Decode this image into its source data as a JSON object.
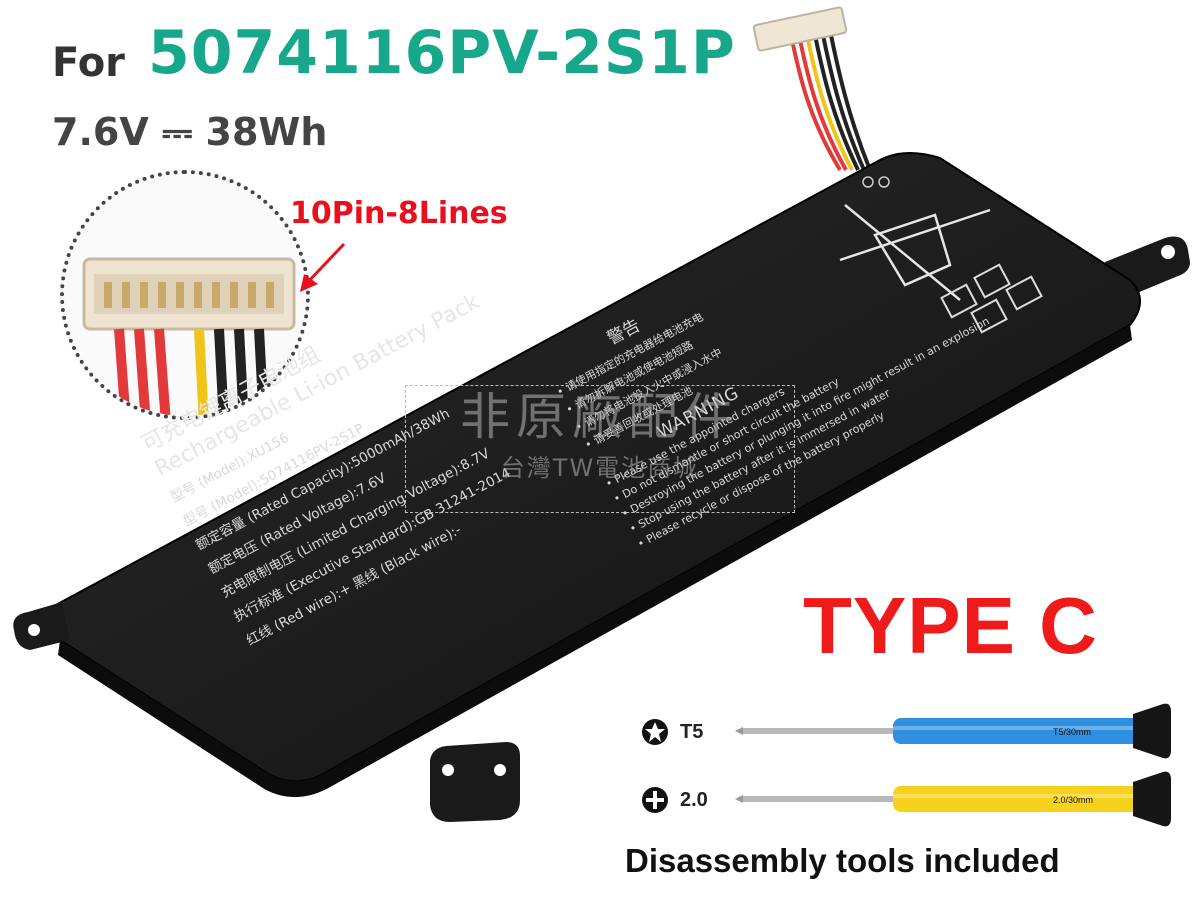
{
  "header": {
    "for_label": "For",
    "model": "5074116PV-2S1P",
    "voltage": "7.6V",
    "dc_symbol": "⎓",
    "energy": "38Wh"
  },
  "connector": {
    "label": "10Pin-8Lines"
  },
  "battery_label": {
    "title_cn": "可充电锂离子电池组",
    "title_en": "Rechargeable Li-ion Battery Pack",
    "lines": [
      "型号 (Model):XU156",
      "型号 (Model):5074116PV-2S1P",
      "额定容量 (Rated Capacity):5000mAh/38Wh",
      "额定电压 (Rated Voltage):7.6V",
      "充电限制电压 (Limited Charging Voltage):8.7V",
      "执行标准 (Executive Standard):GB 31241-2014",
      "红线 (Red wire):+      黑线 (Black wire):-"
    ]
  },
  "warning": {
    "title_cn": "警告",
    "lines_cn": [
      "• 请使用指定的充电器给电池充电",
      "• 请勿拆解电池或使电池短路",
      "• 请勿将电池投入火中或浸入水中",
      "• 请妥善回收或处理电池"
    ],
    "title_en": "WARNING",
    "lines_en": [
      "• Please use the appointed chargers",
      "• Do not dismantle or short circuit the battery",
      "• Destroying the battery or plunging it into fire might result in an explosion",
      "• Stop using the battery after it is immersed in water",
      "• Please recycle or dispose of the battery properly"
    ]
  },
  "watermark": {
    "main": "非原廠配件",
    "sub": "台灣TW電池商城"
  },
  "type_label": "TYPE C",
  "tools": [
    {
      "label": "T5",
      "size_text": "T5/30mm",
      "handle_color": "#2f8fe0",
      "icon": "torx-icon"
    },
    {
      "label": "2.0",
      "size_text": "2.0/30mm",
      "handle_color": "#f7d21c",
      "icon": "phillips-icon"
    }
  ],
  "tools_caption": "Disassembly tools included",
  "colors": {
    "model_green": "#17a88b",
    "accent_red": "#ef1b1b",
    "battery_body": "#1b1b1b"
  }
}
